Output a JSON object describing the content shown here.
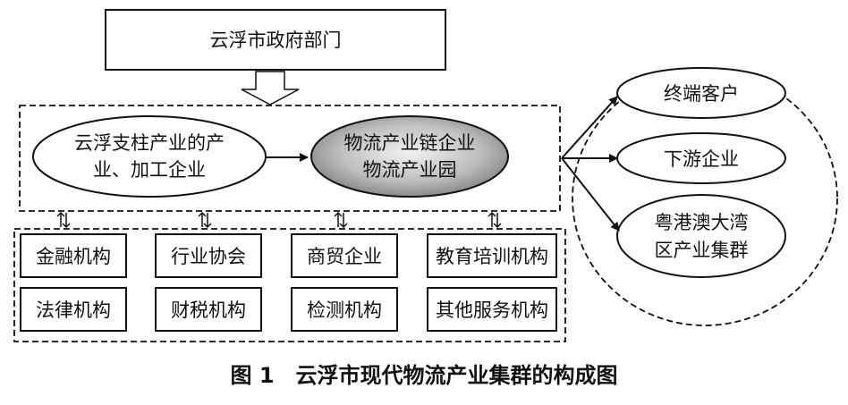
{
  "government": "云浮市政府部门",
  "pillar_industry": [
    "云浮支柱产业的产",
    "业、加工企业"
  ],
  "logistics_core": [
    "物流产业链企业",
    "物流产业园"
  ],
  "outputs": {
    "terminal_customers": "终端客户",
    "downstream": "下游企业",
    "gba_cluster": [
      "粤港澳大湾",
      "区产业集群"
    ]
  },
  "support_row1": [
    "金融机构",
    "行业协会",
    "商贸企业",
    "教育培训机构"
  ],
  "support_row2": [
    "法律机构",
    "财税机构",
    "检测机构",
    "其他服务机构"
  ],
  "caption": "图 1　云浮市现代物流产业集群的构成图"
}
